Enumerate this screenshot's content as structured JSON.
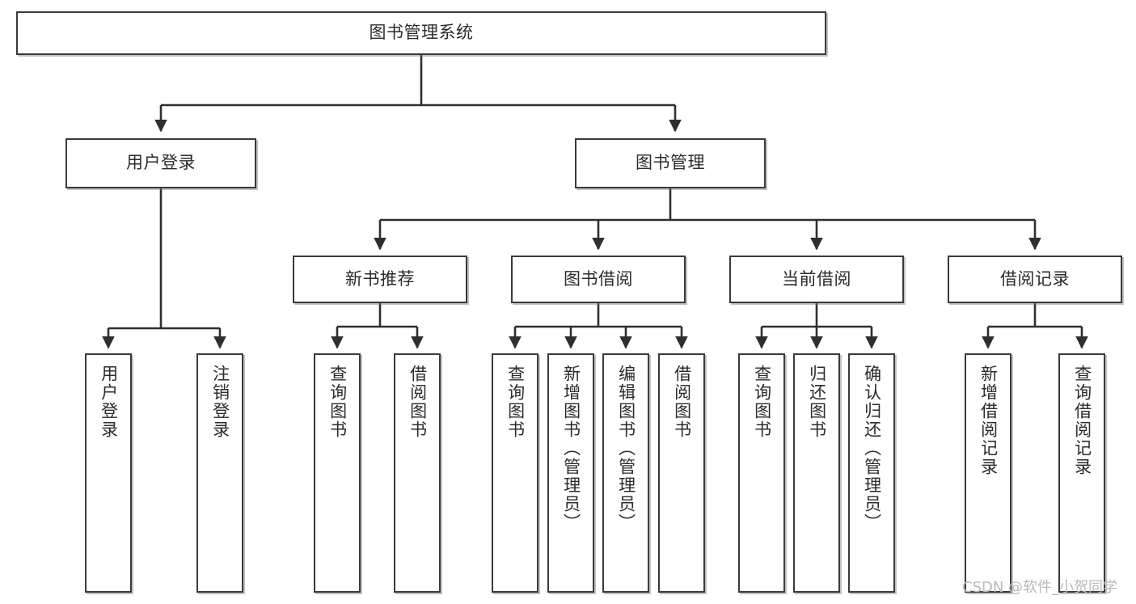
{
  "diagram": {
    "title": "图书管理系统",
    "type": "tree-hierarchy-chart",
    "colors": {
      "box_border": "#3a3a3a",
      "box_fill": "#ffffff",
      "edge": "#2f2f2f",
      "text": "#2b2b2b",
      "watermark": "#b9b9b9"
    },
    "nodes": {
      "root": {
        "label": "图书管理系统"
      },
      "level2": [
        {
          "label": "用户登录"
        },
        {
          "label": "图书管理"
        }
      ],
      "level3": [
        {
          "label": "新书推荐"
        },
        {
          "label": "图书借阅"
        },
        {
          "label": "当前借阅"
        },
        {
          "label": "借阅记录"
        }
      ],
      "leaves_user_login": [
        {
          "label": "用户登录"
        },
        {
          "label": "注销登录"
        }
      ],
      "leaves_new_book": [
        {
          "label": "查询图书"
        },
        {
          "label": "借阅图书"
        }
      ],
      "leaves_borrow": [
        {
          "label": "查询图书"
        },
        {
          "label": "新增图书（管理员）"
        },
        {
          "label": "编辑图书（管理员）"
        },
        {
          "label": "借阅图书"
        }
      ],
      "leaves_current": [
        {
          "label": "查询图书"
        },
        {
          "label": "归还图书"
        },
        {
          "label": "确认归还（管理员）"
        }
      ],
      "leaves_record": [
        {
          "label": "新增借阅记录"
        },
        {
          "label": "查询借阅记录"
        }
      ]
    }
  },
  "watermark": {
    "text": "CSDN @软件_小贺同学"
  }
}
